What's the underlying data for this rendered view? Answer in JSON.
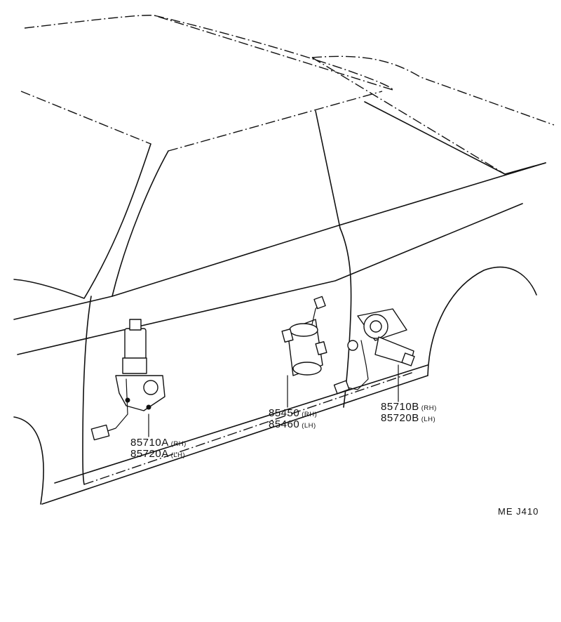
{
  "callouts": {
    "rear_lift_motor": {
      "rh_part": "85710A",
      "rh_side": "(RH)",
      "lh_part": "85720A",
      "lh_side": "(LH)"
    },
    "front_actuator": {
      "rh_part": "85450",
      "rh_side": "(RH)",
      "lh_part": "85460",
      "lh_side": "(LH)"
    },
    "front_lift_motor": {
      "rh_part": "85710B",
      "rh_side": "(RH)",
      "lh_part": "85720B",
      "lh_side": "(LH)"
    }
  },
  "figure_code": "ME  J410"
}
